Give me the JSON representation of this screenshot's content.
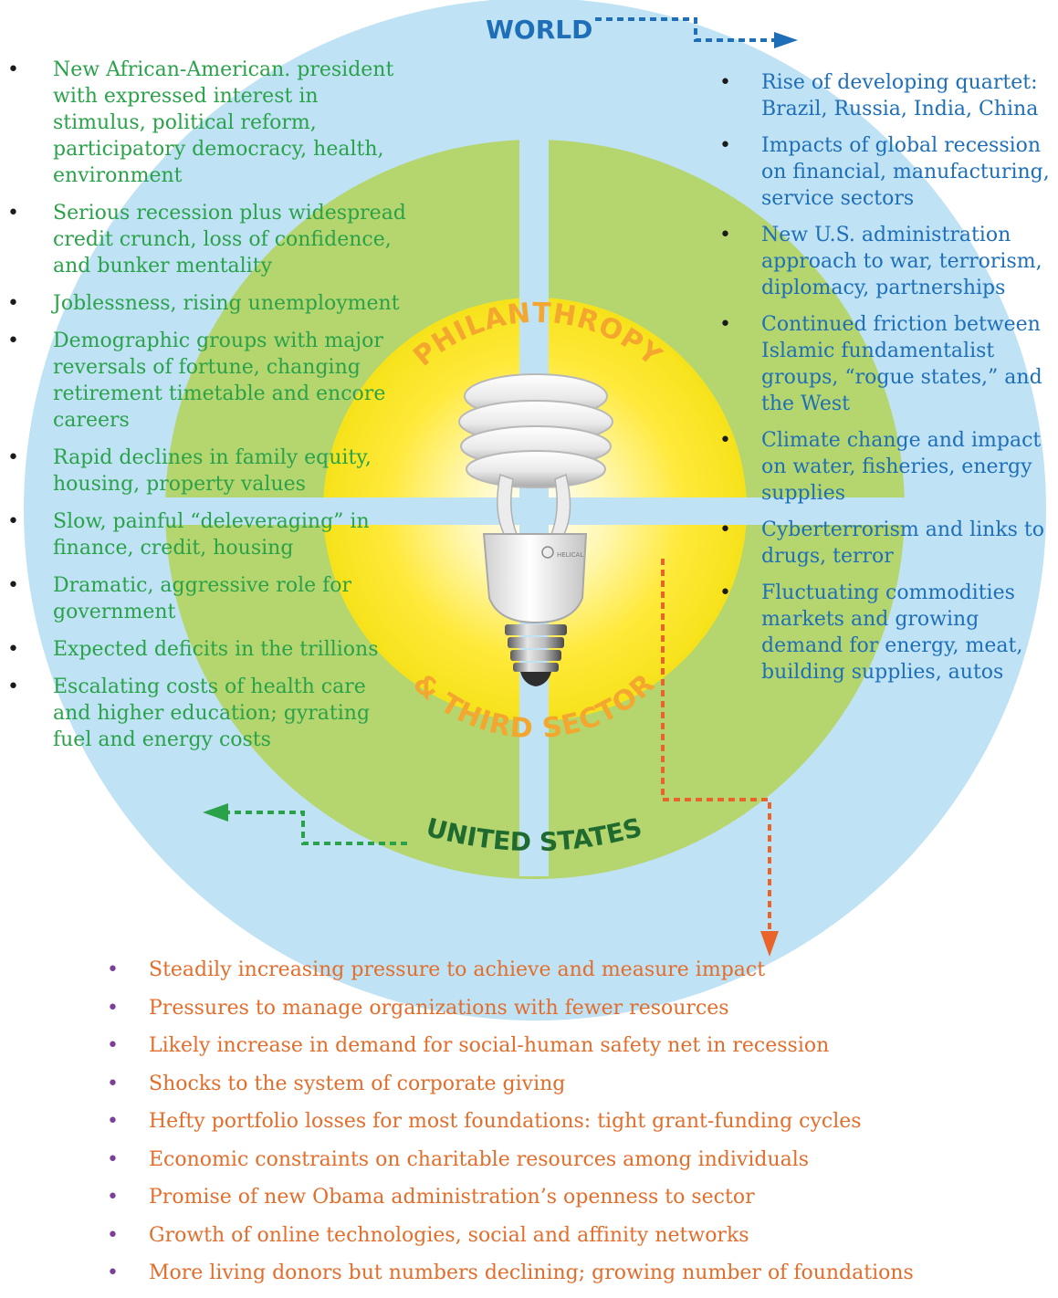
{
  "diagram": {
    "labels": {
      "world": "WORLD",
      "united_states": "UNITED STATES",
      "philanthropy": "PHILANTHROPY",
      "third_sector": "& THIRD SECTOR"
    },
    "bulb_print": "HELICAL",
    "colors": {
      "world_ring": "#bfe2f4",
      "us_ring": "#b5d56f",
      "core": "#ffe93a",
      "world_text": "#1e6fb8",
      "us_text": "#2aa24a",
      "sector_text": "#e36d2b",
      "sector_arrow": "#e8642a",
      "label_orange": "#f3a72f",
      "us_label": "#1f6b2f",
      "bullet_purple": "#7b3f9a"
    }
  },
  "us_issues": [
    "New African-American. president with expressed interest in stimulus, political reform, participatory democracy, health, environment",
    "Serious recession plus widespread credit crunch, loss of confidence, and bunker mentality",
    "Joblessness, rising unemployment",
    "Demographic groups with major reversals of fortune, changing retirement timetable and encore careers",
    "Rapid declines in family equity, housing, property values",
    "Slow, painful “deleveraging” in finance, credit, housing",
    "Dramatic, aggressive role for government",
    "Expected deficits in the trillions",
    "Escalating costs of health care and higher education; gyrating fuel and energy costs"
  ],
  "world_issues": [
    "Rise of developing quartet: Brazil, Russia, India, China",
    "Impacts of global recession on financial, manufacturing, service sectors",
    "New U.S. administration approach to war, terrorism, diplomacy, partnerships",
    "Continued friction between Islamic fundamentalist groups, “rogue states,” and the West",
    "Climate change and impact on water, fisheries, energy supplies",
    "Cyberterrorism and links to drugs, terror",
    "Fluctuating commodities markets and growing demand for energy, meat, building supplies, autos"
  ],
  "sector_issues": [
    "Steadily increasing pressure to achieve and measure impact",
    "Pressures to manage organizations with fewer resources",
    "Likely increase in demand for social-human safety net in recession",
    "Shocks to the system of corporate giving",
    "Hefty portfolio losses for most foundations: tight grant-funding cycles",
    "Economic constraints on charitable resources among individuals",
    "Promise of new Obama administration’s openness to sector",
    "Growth of online technologies, social and affinity networks",
    "More living donors but numbers declining; growing number of foundations"
  ]
}
